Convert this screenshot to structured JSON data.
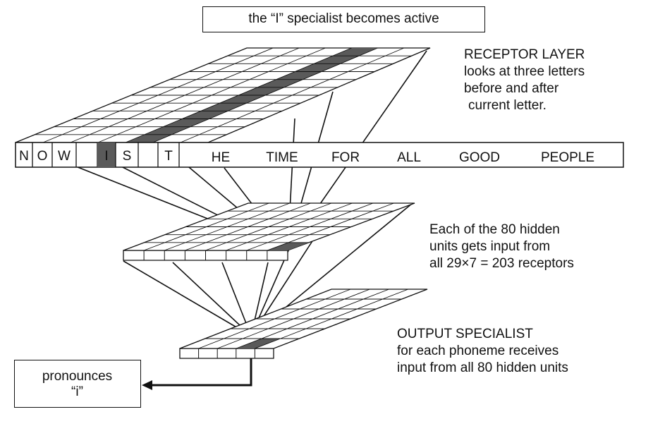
{
  "callout_top": "the “I” specialist becomes active",
  "receptor": {
    "title": "RECEPTOR LAYER",
    "lines": [
      "looks at three letters",
      "before and after",
      "current letter."
    ]
  },
  "hidden": {
    "lines": [
      "Each of the 80 hidden",
      "units gets input from",
      "all 29×7 = 203 receptors"
    ]
  },
  "output": {
    "title": "OUTPUT SPECIALIST",
    "lines": [
      "for each phoneme receives",
      "input from all 80 hidden units"
    ]
  },
  "pronounce": {
    "line1": "pronounces",
    "line2": "“i”"
  },
  "text_strip": {
    "window_letters": [
      "N",
      "O",
      "W",
      "",
      "I",
      "S",
      "",
      "T"
    ],
    "rest_words": [
      "HE",
      "TIME",
      "FOR",
      "ALL",
      "GOOD",
      "PEOPLE"
    ]
  },
  "colors": {
    "ink": "#111111",
    "highlight": "#5a5a5a",
    "paper": "#ffffff"
  }
}
